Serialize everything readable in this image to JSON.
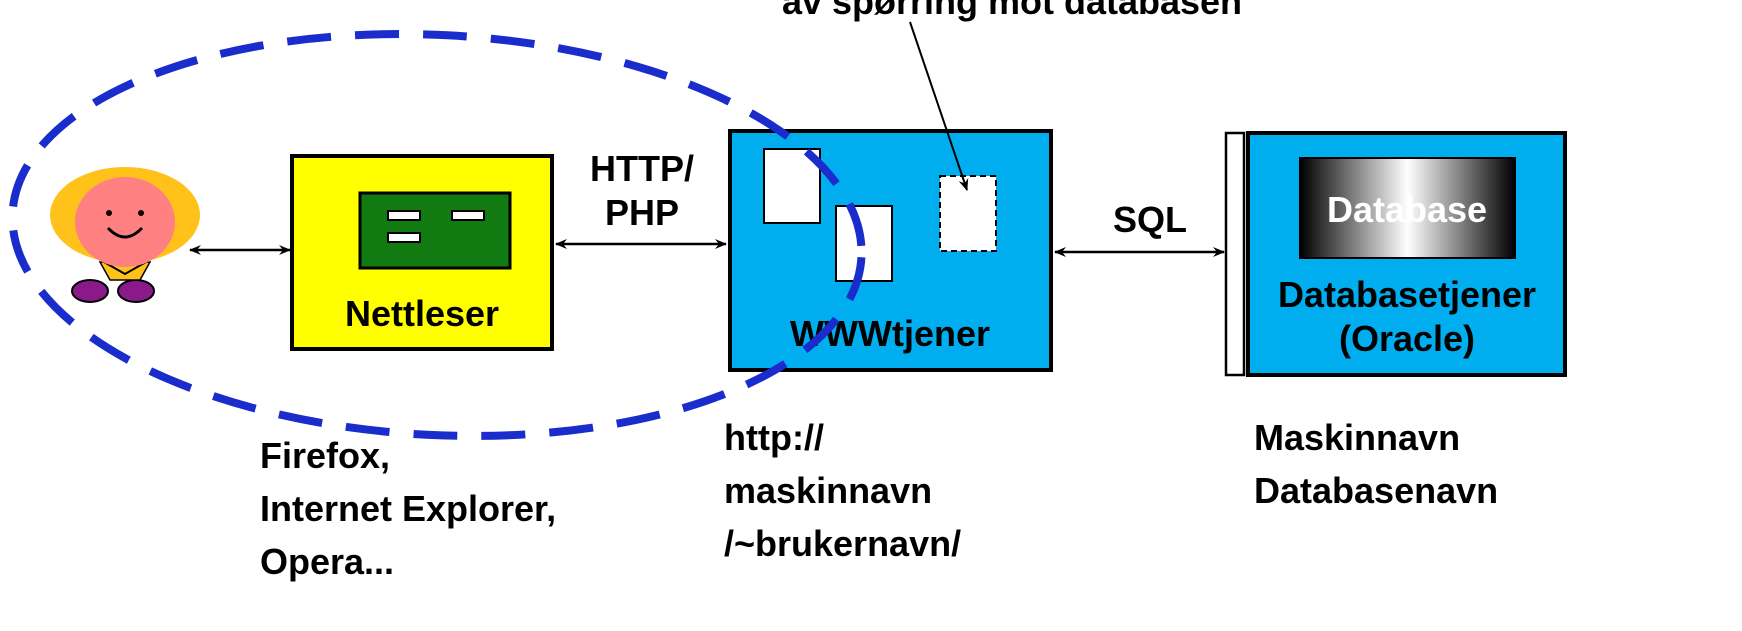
{
  "top_caption": "av spørring mot databasen",
  "browser": {
    "label": "Nettleser",
    "examples": [
      "Firefox,",
      "Internet Explorer,",
      "Opera..."
    ]
  },
  "protocol": {
    "line1": "HTTP/",
    "line2": "PHP"
  },
  "webserver": {
    "label": "WWWtjener",
    "url": [
      "http://",
      "maskinnavn",
      "/~brukernavn/"
    ]
  },
  "sql": {
    "label": "SQL"
  },
  "dbserver": {
    "db_label": "Database",
    "label_line1": "Databasetjener",
    "label_line2": "(Oracle)",
    "details": [
      "Maskinnavn",
      "Databasenavn"
    ]
  },
  "colors": {
    "browser_fill": "#ffff00",
    "screen_fill": "#117a11",
    "server_fill": "#00aeef",
    "ellipse_stroke": "#1a2dcc",
    "user_hair": "#ffc21a",
    "user_face": "#ff8080",
    "user_shoes": "#8a1a8a"
  }
}
